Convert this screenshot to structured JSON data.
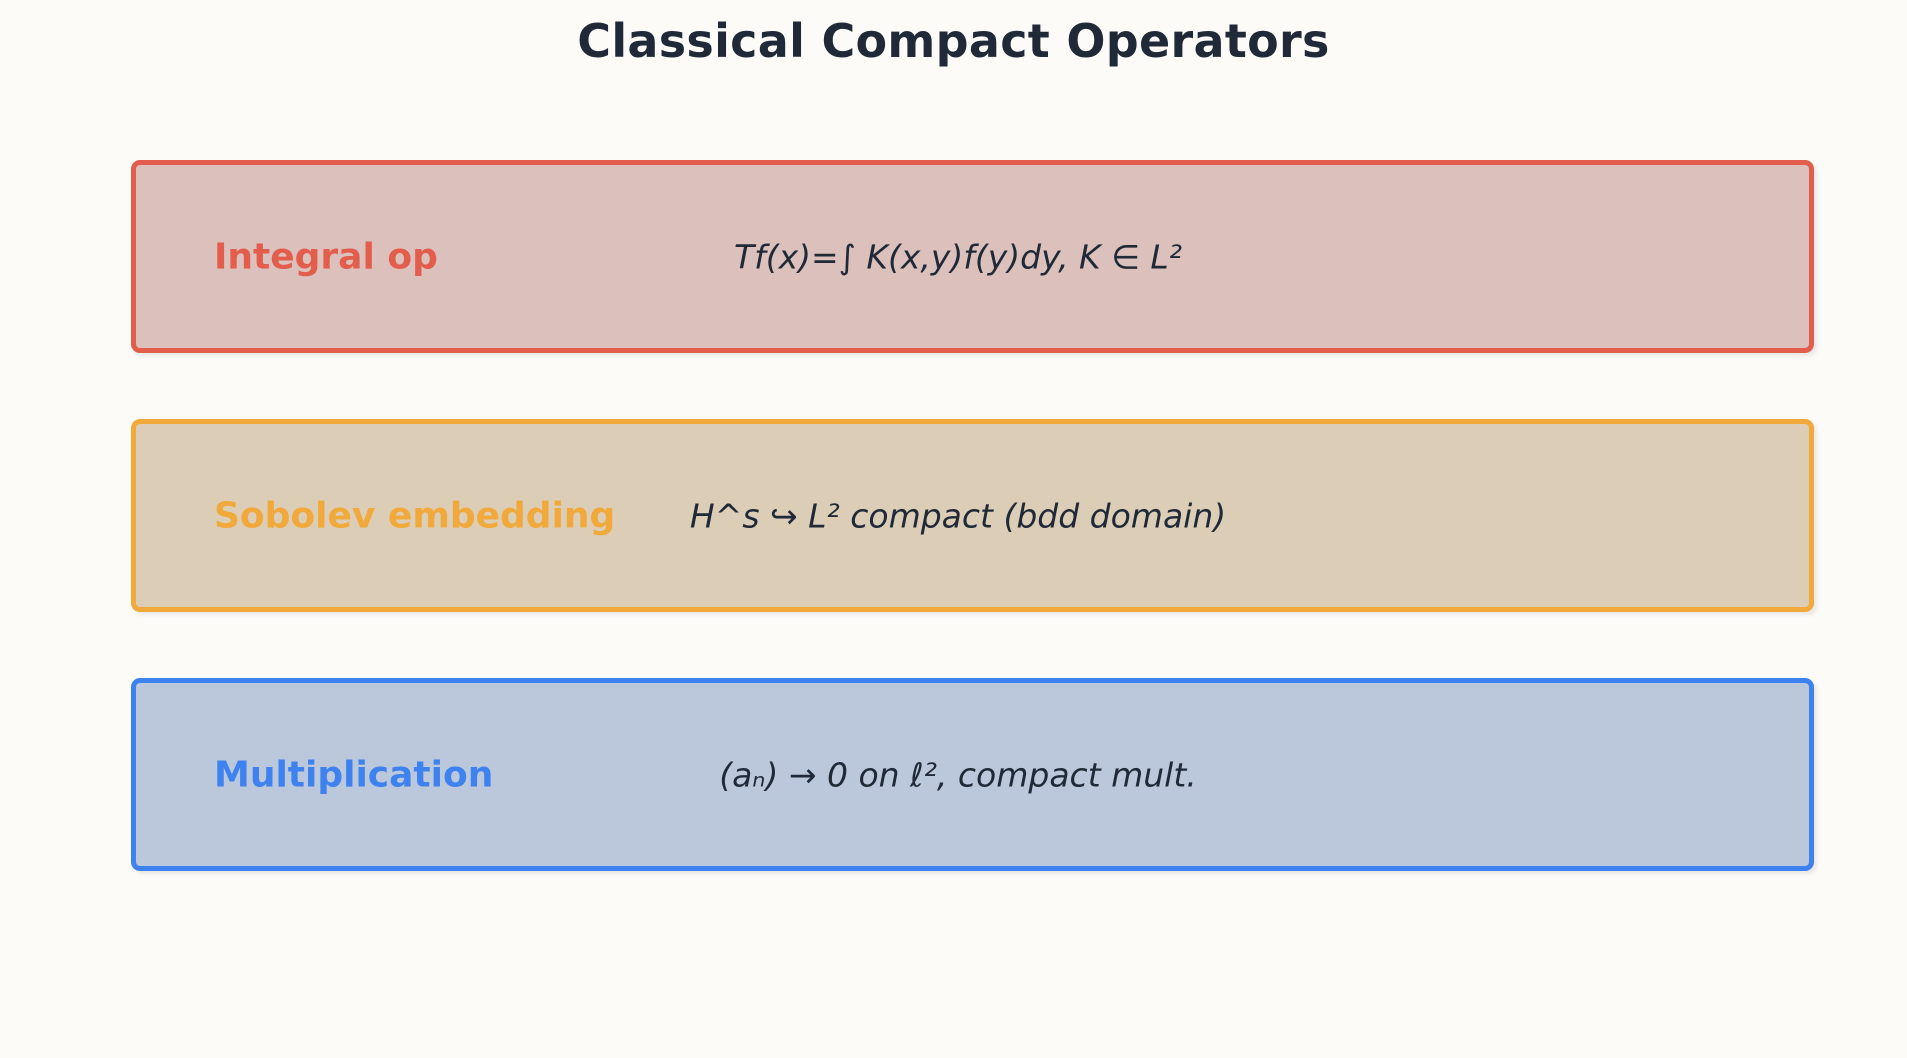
{
  "title": "Classical Compact Operators",
  "cards": [
    {
      "label": "Integral op",
      "formula": "Tf(x)=∫ K(x,y)f(y)dy, K ∈ L²",
      "border_color": "#e35d4c",
      "fill_color": "#dbc0bb",
      "label_color": "#e35d4c"
    },
    {
      "label": "Sobolev embedding",
      "formula": "H^s ↪ L² compact (bdd domain)",
      "border_color": "#f2a93b",
      "fill_color": "#dccdb6",
      "label_color": "#f2a93b"
    },
    {
      "label": "Multiplication",
      "formula": "(aₙ) → 0 on ℓ², compact mult.",
      "border_color": "#3d82ef",
      "fill_color": "#bbc7da",
      "label_color": "#3d82ef"
    }
  ]
}
